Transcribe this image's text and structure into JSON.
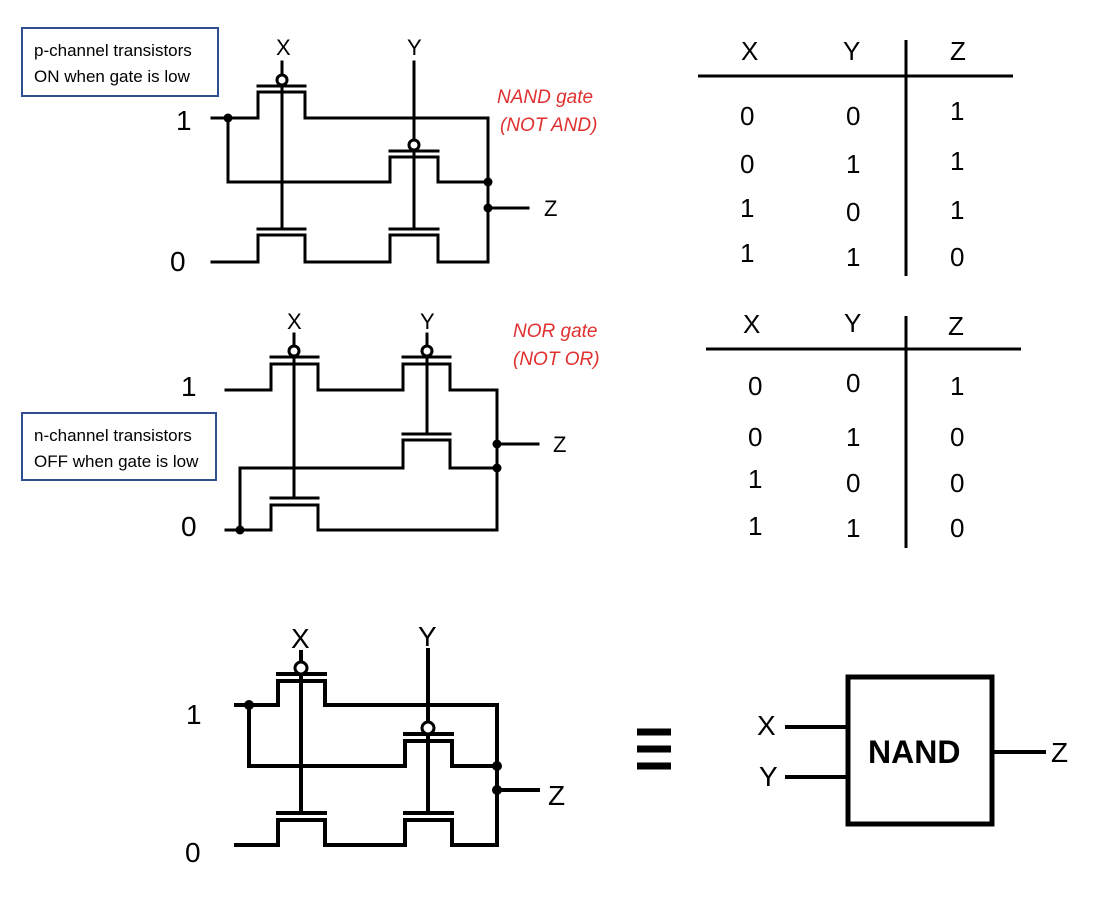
{
  "notes": {
    "pchannel": [
      "p-channel transistors",
      "ON when gate is low"
    ],
    "nchannel": [
      "n-channel transistors",
      "OFF when gate is low"
    ]
  },
  "nand_circuit": {
    "caption": [
      "NAND gate",
      "(NOT AND)"
    ],
    "input_x": "X",
    "input_y": "Y",
    "output": "Z",
    "rail_high": "1",
    "rail_low": "0"
  },
  "nor_circuit": {
    "caption": [
      "NOR gate",
      "(NOT OR)"
    ],
    "input_x": "X",
    "input_y": "Y",
    "output": "Z",
    "rail_high": "1",
    "rail_low": "0"
  },
  "nand_table": {
    "headers": [
      "X",
      "Y",
      "Z"
    ],
    "rows": [
      [
        "0",
        "0",
        "1"
      ],
      [
        "0",
        "1",
        "1"
      ],
      [
        "1",
        "0",
        "1"
      ],
      [
        "1",
        "1",
        "0"
      ]
    ]
  },
  "nor_table": {
    "headers": [
      "X",
      "Y",
      "Z"
    ],
    "rows": [
      [
        "0",
        "0",
        "1"
      ],
      [
        "0",
        "1",
        "0"
      ],
      [
        "1",
        "0",
        "0"
      ],
      [
        "1",
        "1",
        "0"
      ]
    ]
  },
  "bottom_circuit": {
    "input_x": "X",
    "input_y": "Y",
    "output": "Z",
    "rail_high": "1",
    "rail_low": "0"
  },
  "nand_symbol": {
    "label": "NAND",
    "input_x": "X",
    "input_y": "Y",
    "output": "Z"
  },
  "equivalence_symbol": "≡"
}
